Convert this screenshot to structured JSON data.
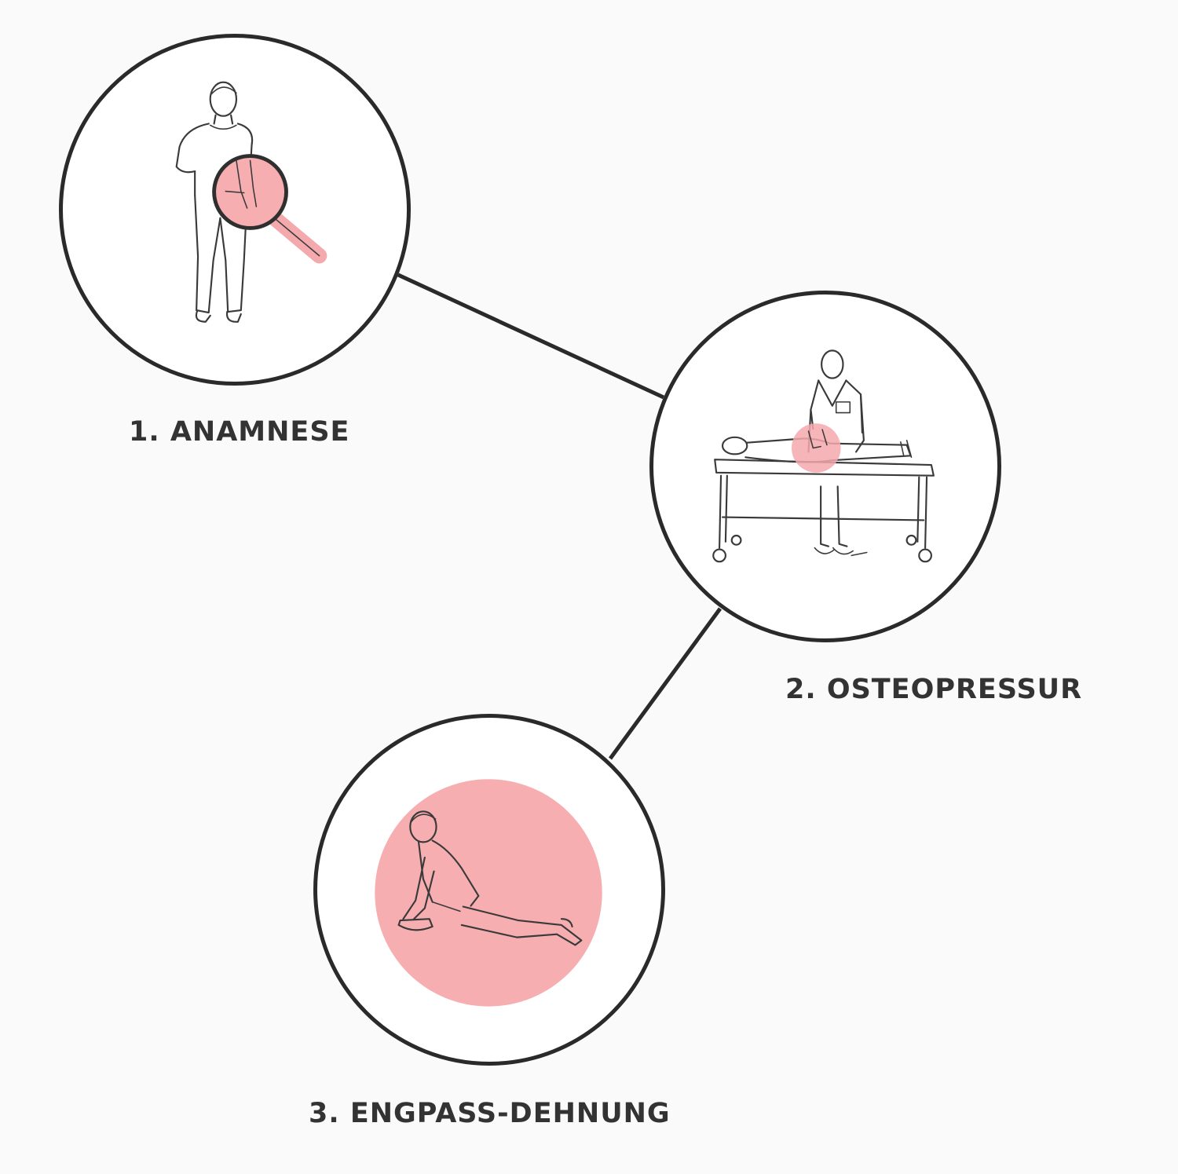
{
  "steps": [
    {
      "number": "1.",
      "title": "ANAMNESE",
      "label": "1. ANAMNESE",
      "icon": "patient-magnifier-icon"
    },
    {
      "number": "2.",
      "title": "OSTEOPRESSUR",
      "label": "2. OSTEOPRESSUR",
      "icon": "therapist-treatment-table-icon"
    },
    {
      "number": "3.",
      "title": "ENGPASS-DEHNUNG",
      "label": "3. ENGPASS-DEHNUNG",
      "icon": "stretching-person-icon"
    }
  ],
  "colors": {
    "background": "#fafafa",
    "circle_border": "#2a2a2a",
    "connector": "#2a2a2a",
    "highlight": "#f4a9ad",
    "text": "#333333"
  }
}
